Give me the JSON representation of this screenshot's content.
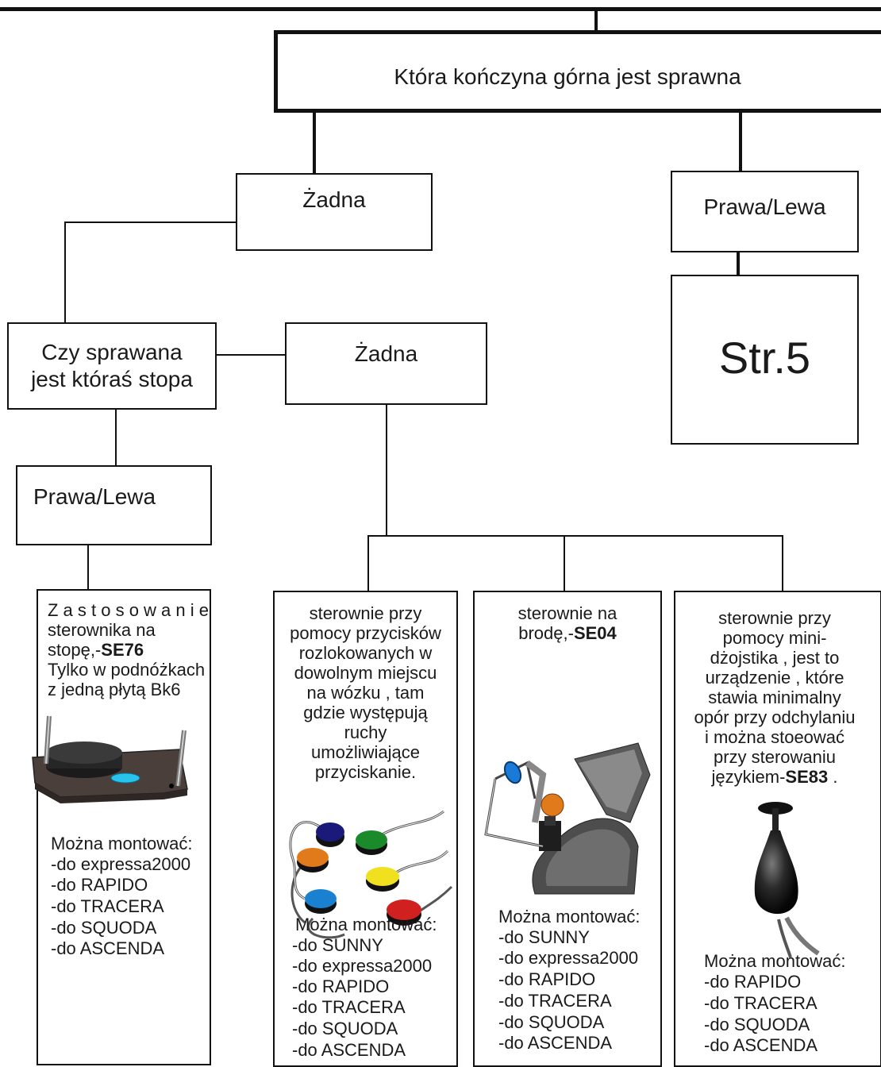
{
  "question_upper": "Która kończyna górna jest sprawna",
  "branch_left": "Żadna",
  "branch_right": "Prawa/Lewa",
  "page_ref": "Str.5",
  "question_foot_line1": "Czy sprawana",
  "question_foot_line2": "jest któraś stopa",
  "foot_none": "Żadna",
  "foot_yes": "Prawa/Lewa",
  "mount_label": "Można montować:",
  "card_foot": {
    "line1": "Z a s t o s o w a n i e",
    "line2": "sterownika  na",
    "line3_pre": "stopę,-",
    "code": "SE76",
    "line4": "Tylko  w  podnóżkach",
    "line5": "z jedną płytą Bk6",
    "image": "foot-switch-se76",
    "options": [
      "-do expressa2000",
      "-do RAPIDO",
      "-do TRACERA",
      "-do SQUODA",
      "-do ASCENDA"
    ]
  },
  "card_buttons": {
    "lines": [
      "sterownie przy",
      "pomocy przycisków",
      "rozlokowanych w",
      "dowolnym miejscu",
      "na wózku , tam",
      "gdzie występują",
      "ruchy",
      "umożliwiające",
      "przyciskanie."
    ],
    "image": "colored-push-buttons",
    "button_colors": [
      "#1a1a7a",
      "#1a8a2a",
      "#e07a1a",
      "#f0e020",
      "#1a80d0",
      "#d02020"
    ],
    "options": [
      "-do SUNNY",
      "-do expressa2000",
      "-do RAPIDO",
      "-do TRACERA",
      "-do SQUODA",
      "-do ASCENDA"
    ]
  },
  "card_chin": {
    "line1": "sterownie na",
    "line2_pre": "brodę,-",
    "code": "SE04",
    "image": "chin-control-se04",
    "options": [
      "-do SUNNY",
      "-do expressa2000",
      "-do RAPIDO",
      "-do TRACERA",
      "-do SQUODA",
      "-do ASCENDA"
    ]
  },
  "card_minijoy": {
    "lines": [
      "sterownie przy",
      "pomocy mini-",
      "dżojstika , jest to",
      "urządzenie , które",
      "stawia minimalny",
      "opór przy odchylaniu",
      "i można stoeować",
      "przy sterowaniu"
    ],
    "last_pre": "językiem-",
    "code": "SE83",
    "last_post": " .",
    "image": "mini-joystick-se83",
    "options": [
      "-do RAPIDO",
      "-do TRACERA",
      "-do SQUODA",
      "-do ASCENDA"
    ]
  }
}
